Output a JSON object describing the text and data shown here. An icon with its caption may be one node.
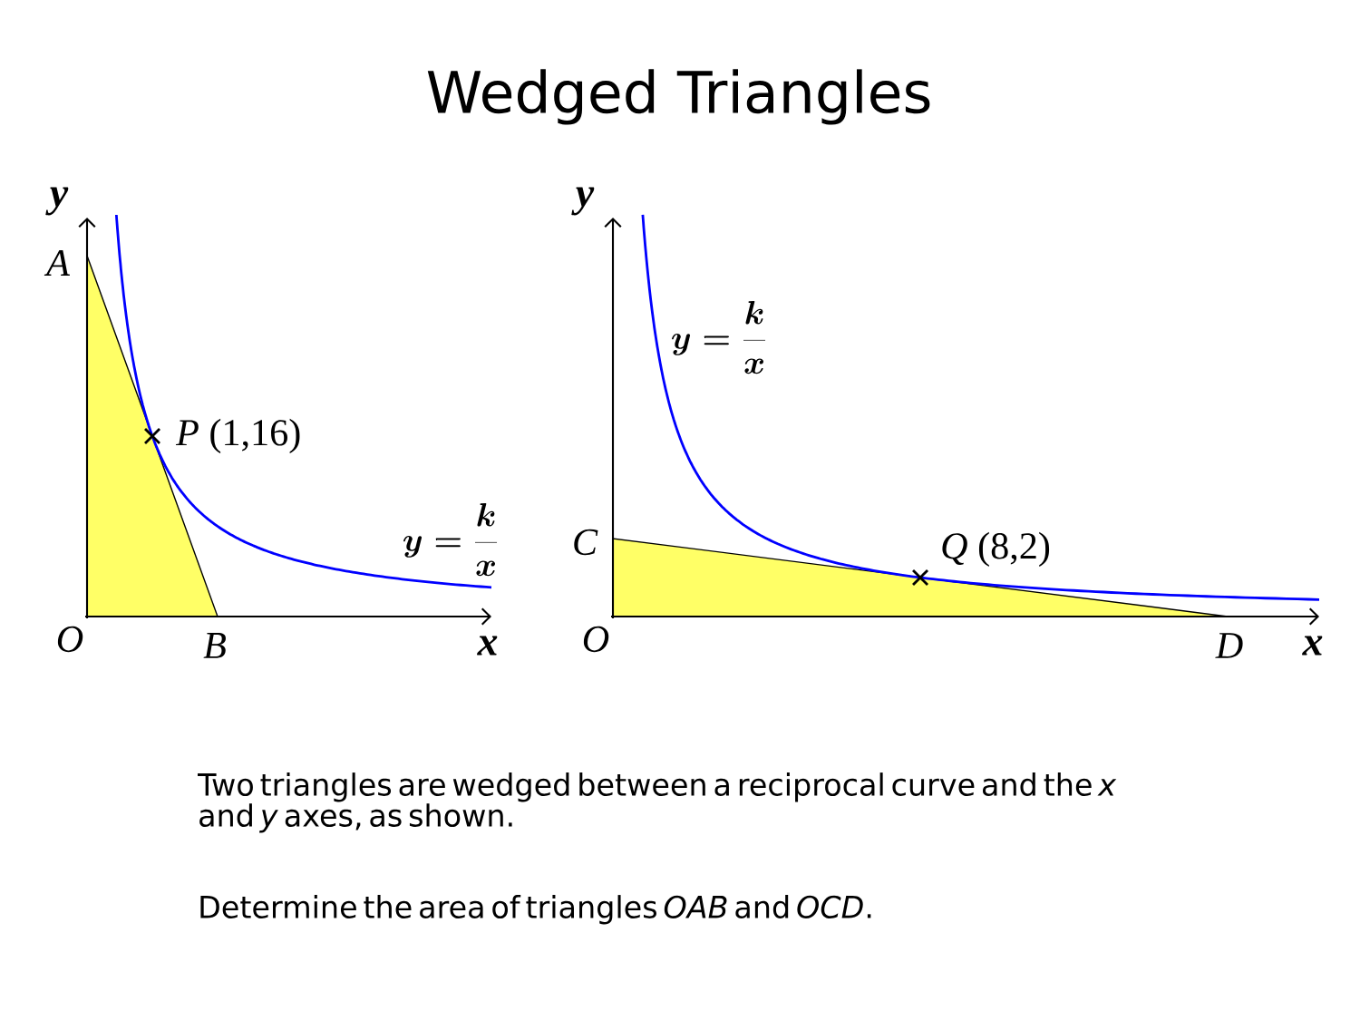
{
  "diagram": {
    "title": "Wedged Triangles",
    "labels": [
      "y",
      "A",
      "*P* (1,16)",
      "y=\\frac{k}{x}",
      "O",
      "B",
      "x",
      "y",
      "y=\\frac{k}{x}",
      "C",
      "*Q* (8,2)",
      "O",
      "D",
      "x",
      "Two triangles are wedged between a reciprocal curve and the *x* and *y* axes, as shown.",
      "Determine the area of triangles *OAB* and *OCD*."
    ]
  }
}
